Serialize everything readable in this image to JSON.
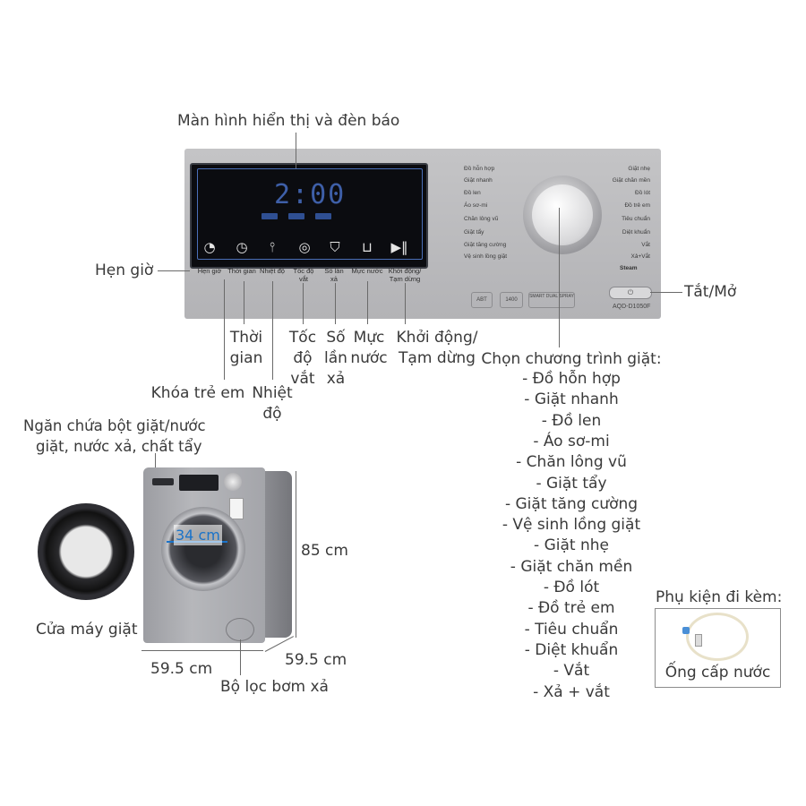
{
  "labels": {
    "display_indicator": "Màn hình hiển thị và đèn báo",
    "timer": "Hẹn giờ",
    "on_off": "Tắt/Mở",
    "time_line1": "Thời",
    "time_line2": "gian",
    "child_lock": "Khóa trẻ em",
    "temp_line1": "Nhiệt",
    "temp_line2": "độ",
    "spin_line1": "Tốc",
    "spin_line2": "độ",
    "spin_line3": "vắt",
    "rinse_line1": "Số",
    "rinse_line2": "lần",
    "rinse_line3": "xả",
    "water_line1": "Mực",
    "water_line2": "nước",
    "start_line1": "Khởi động/",
    "start_line2": "Tạm dừng",
    "detergent_line1": "Ngăn chứa bột giặt/nước",
    "detergent_line2": "giặt, nước xả, chất tẩy",
    "door": "Cửa máy giặt",
    "drain_filter": "Bộ lọc bơm xả",
    "accessory_title": "Phụ kiện đi kèm:",
    "accessory_item": "Ống cấp nước"
  },
  "dimensions": {
    "drum": "34 cm",
    "height": "85 cm",
    "width": "59.5 cm",
    "depth": "59.5 cm"
  },
  "programs": {
    "title": "Chọn chương trình giặt:",
    "items": [
      "- Đồ hỗn hợp",
      "- Giặt nhanh",
      "- Đồ len",
      "- Áo sơ-mi",
      "- Chăn lông vũ",
      "- Giặt tẩy",
      "- Giặt tăng cường",
      "- Vệ sinh lồng giặt",
      "- Giặt nhẹ",
      "- Giặt chăn mền",
      "- Đồ lót",
      "- Đồ trẻ em",
      "- Tiêu chuẩn",
      "- Diệt khuẩn",
      "- Vắt",
      "- Xả + vắt"
    ]
  },
  "panel": {
    "display_time": "2:00",
    "left_programs": [
      "Đồ hỗn hợp",
      "Giặt nhanh",
      "Đồ len",
      "Áo sơ-mi",
      "Chăn lông vũ",
      "Giặt tẩy",
      "Giặt tăng cường",
      "Vệ sinh lồng giặt"
    ],
    "right_programs": [
      "Giặt nhẹ",
      "Giặt chăn mền",
      "Đồ lót",
      "Đồ trẻ em",
      "Tiêu chuẩn",
      "Diệt khuẩn",
      "Vắt",
      "Xả+Vắt"
    ],
    "button_labels": [
      "Hẹn giờ",
      "Thời gian",
      "Nhiệt độ",
      "Tốc độ vắt",
      "Số lần xả",
      "Mực nước",
      "Khởi động/ Tạm dừng"
    ],
    "steam": "Steam",
    "badge_abt": "ABT",
    "badge_rpm": "1400",
    "badge_smart": "SMART DUAL SPRAY",
    "model": "AQD-D1050F"
  },
  "icons": [
    "timer-icon",
    "clock-icon",
    "thermometer-icon",
    "spin-icon",
    "shirt-icon",
    "water-level-icon",
    "play-pause-icon",
    "power-icon"
  ],
  "colors": {
    "panel": "#b9b9bc",
    "display": "#0b0c10",
    "display_digits": "#3e5fa8",
    "dimension_text": "#1a73c9"
  }
}
